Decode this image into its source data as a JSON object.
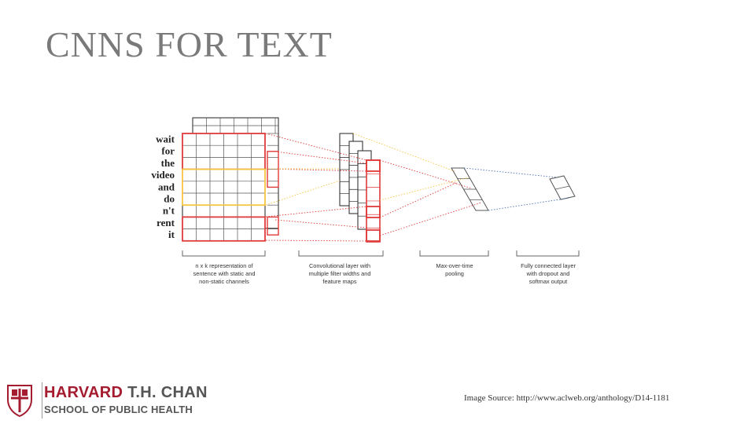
{
  "slide": {
    "title": "CNNS FOR TEXT",
    "source": "Image Source: http://www.aclweb.org/anthology/D14-1181"
  },
  "diagram": {
    "words": [
      "wait",
      "for",
      "the",
      "video",
      "and",
      "do",
      "n't",
      "rent",
      "it"
    ],
    "captions": [
      [
        "n x k representation of",
        "sentence with static and",
        "non-static channels"
      ],
      [
        "Convolutional layer with",
        "multiple filter widths and",
        "feature maps"
      ],
      [
        "Max-over-time",
        "pooling"
      ],
      [
        "Fully connected layer",
        "with dropout and",
        "softmax output"
      ]
    ],
    "colors": {
      "red": "#e03a3a",
      "yellow": "#f5c542",
      "blue": "#4a6fb5",
      "grid": "#555555",
      "outline": "#222222"
    }
  },
  "logo": {
    "line1_a": "HARVARD",
    "line1_b": "T.H. CHAN",
    "line2": "SCHOOL OF PUBLIC HEALTH",
    "colors": {
      "crimson": "#a51c30",
      "gray": "#555555"
    }
  }
}
